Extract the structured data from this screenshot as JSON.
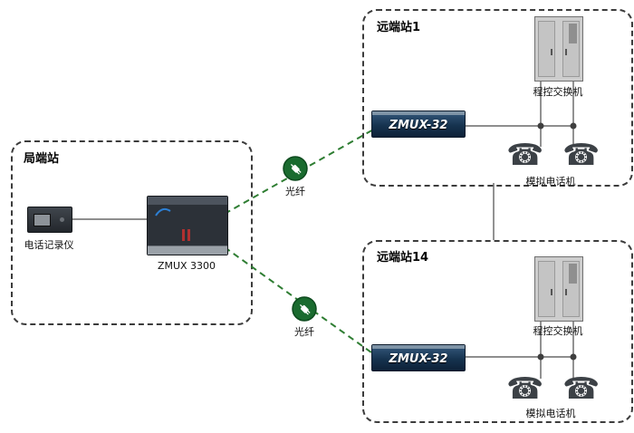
{
  "central_station": {
    "title": "局端站",
    "recorder_label": "电话记录仪",
    "zmux_label": "ZMUX 3300"
  },
  "remote_station_1": {
    "title": "远端站1",
    "switch_label": "程控交换机",
    "zmux_device_text": "ZMUX-32",
    "phones_label": "模拟电话机"
  },
  "remote_station_14": {
    "title": "远端站14",
    "switch_label": "程控交换机",
    "zmux_device_text": "ZMUX-32",
    "phones_label": "模拟电话机"
  },
  "fiber_links": {
    "link1_label": "光纤",
    "link2_label": "光纤"
  },
  "glyphs": {
    "phone": "☎"
  },
  "colors": {
    "fiber_circle_fill": "#1a6b2f",
    "fiber_circle_ring": "#0d4a1e",
    "fiber_line_green": "#2e7d32",
    "wire_gray": "#4a4a4a",
    "zmux32_face_blue": "#16334f",
    "chassis_dark": "#2c3138",
    "box_border": "#3c3c3c"
  }
}
